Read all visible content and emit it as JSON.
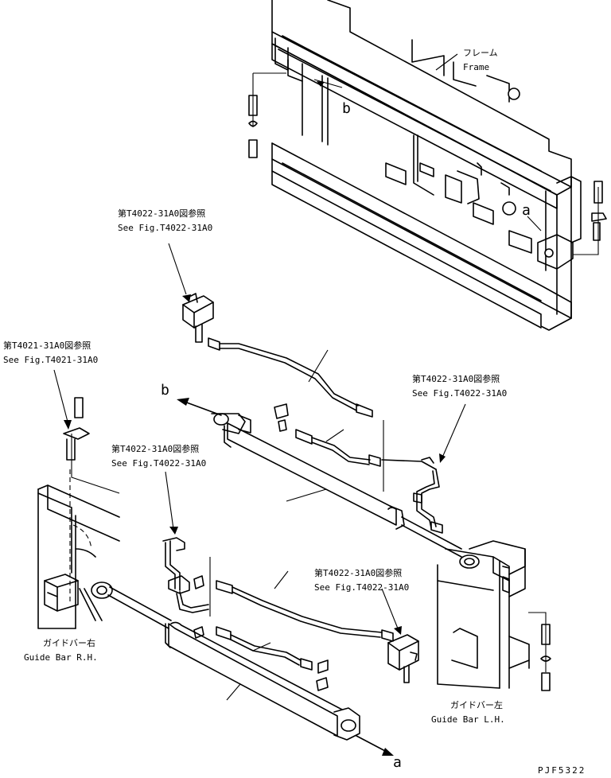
{
  "labels": {
    "frame": {
      "jp": "フレーム",
      "en": "Frame"
    },
    "ref_top": {
      "jp": "第T4022-31A0図参照",
      "en": "See Fig.T4022-31A0"
    },
    "ref_left": {
      "jp": "第T4021-31A0図参照",
      "en": "See Fig.T4021-31A0"
    },
    "ref_right": {
      "jp": "第T4022-31A0図参照",
      "en": "See Fig.T4022-31A0"
    },
    "ref_mid": {
      "jp": "第T4022-31A0図参照",
      "en": "See Fig.T4022-31A0"
    },
    "ref_bottom": {
      "jp": "第T4022-31A0図参照",
      "en": "See Fig.T4022-31A0"
    },
    "guide_rh": {
      "jp": "ガイドバー右",
      "en": "Guide Bar R.H."
    },
    "guide_lh": {
      "jp": "ガイドバー左",
      "en": "Guide Bar L.H."
    }
  },
  "markers": {
    "b_frame": "b",
    "a_frame": "a",
    "b_arrow": "b",
    "a_arrow": "a"
  },
  "drawing_code": "PJF5322"
}
